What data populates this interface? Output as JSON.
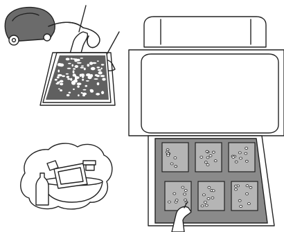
{
  "illustration": {
    "panels": [
      {
        "name": "vacuum-cleaning-crumb-tray",
        "icon": "vacuum-cleaner-icon"
      },
      {
        "name": "soaking-parts-in-detergent",
        "icon": "soap-bowl-icon"
      },
      {
        "name": "oven-with-crumb-tray-out",
        "icon": "toaster-oven-icon"
      }
    ],
    "colors": {
      "ink": "#222222",
      "vacuum_body": "#6b6b6b",
      "tray_fill": "#8a8a8a",
      "tile_fill": "#b5b5b5",
      "crumbs_fill": "#ffffff"
    },
    "tray_tiles": {
      "rows": 2,
      "columns": 3
    }
  }
}
